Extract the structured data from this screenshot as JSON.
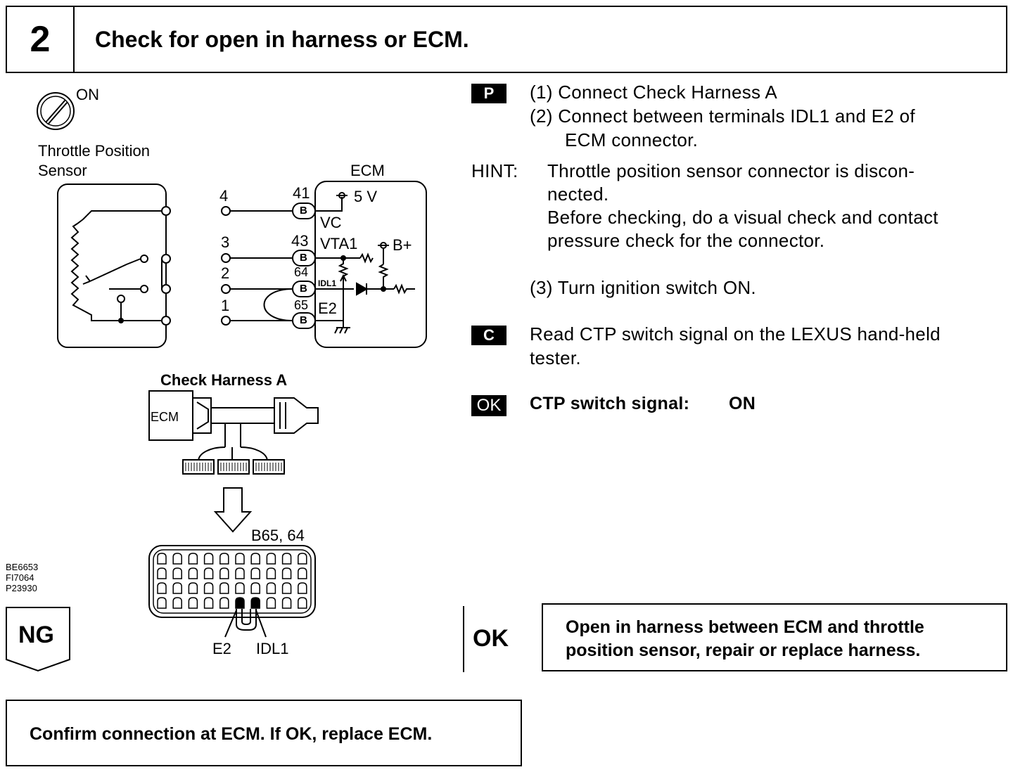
{
  "header": {
    "step_number": "2",
    "title": "Check for open in harness or ECM."
  },
  "diagram": {
    "ignition_state": "ON",
    "sensor_label_line1": "Throttle Position",
    "sensor_label_line2": "Sensor",
    "ecm_label": "ECM",
    "sensor_terminals": [
      "4",
      "3",
      "2",
      "1"
    ],
    "ecm_pins": [
      "41",
      "43",
      "64",
      "65"
    ],
    "connector_letter": "B",
    "supply_5v": "5 V",
    "vc": "VC",
    "vta1": "VTA1",
    "b_plus": "B+",
    "idl1_small": "IDL1",
    "e2": "E2",
    "check_harness_title": "Check Harness A",
    "harness_ecm": "ECM",
    "connector_pins_label": "B65, 64",
    "pin_e2": "E2",
    "pin_idl1": "IDL1",
    "figure_codes": [
      "BE6653",
      "FI7064",
      "P23930"
    ]
  },
  "instructions": {
    "badge_p": "P",
    "step1": "(1) Connect Check Harness A",
    "step2_line1": "(2) Connect  between  terminals  IDL1  and  E2  of",
    "step2_line2": "ECM connector.",
    "hint_label": "HINT:",
    "hint_line1": "Throttle position sensor connector is discon-",
    "hint_line2": "nected.",
    "hint_line3": "Before checking, do a visual check and contact",
    "hint_line4": "pressure check for the connector.",
    "step3": "(3) Turn ignition switch ON.",
    "badge_c": "C",
    "read_line1": "Read CTP switch signal on the LEXUS hand-held",
    "read_line2": "tester.",
    "badge_ok": "OK",
    "spec_label": "CTP switch signal:",
    "spec_value": "ON"
  },
  "results": {
    "ng_label": "NG",
    "ok_label": "OK",
    "ok_result_line1": "Open in harness between ECM and throttle",
    "ok_result_line2": "position sensor, repair or replace harness.",
    "ng_result": "Confirm connection at ECM. If OK, replace ECM."
  }
}
